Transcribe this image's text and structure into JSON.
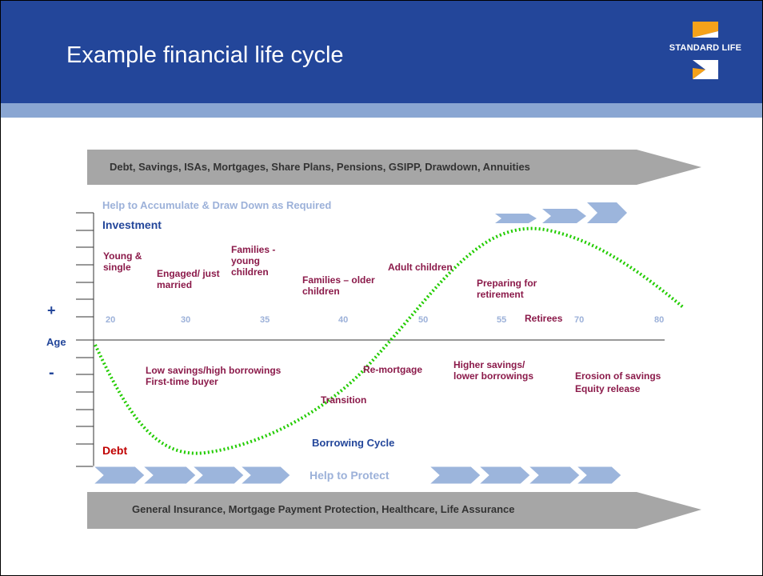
{
  "title": "Example financial life cycle",
  "logo_text": "STANDARD LIFE",
  "top_arrow_text": "Debt, Savings, ISAs, Mortgages, Share Plans, Pensions, GSIPP, Drawdown, Annuities",
  "bottom_arrow_text": "General Insurance, Mortgage Payment Protection, Healthcare, Life Assurance",
  "help_accumulate": "Help to Accumulate & Draw Down as Required",
  "help_protect": "Help to Protect",
  "investment_label": "Investment",
  "debt_label": "Debt",
  "borrowing_cycle": "Borrowing Cycle",
  "axis": {
    "plus": "+",
    "age": "Age",
    "minus": "-"
  },
  "age_ticks": [
    "20",
    "30",
    "35",
    "40",
    "50",
    "55",
    "70",
    "80"
  ],
  "upper_stages": {
    "young_single": "Young & single",
    "engaged": "Engaged/ just married",
    "families_young": "Families - young children",
    "families_older": "Families – older children",
    "adult_children": "Adult children",
    "preparing": "Preparing for retirement",
    "retirees": "Retirees"
  },
  "lower_stages": {
    "low_savings": "Low savings/high borrowings",
    "first_time": "First-time buyer",
    "transition": "Transition",
    "remortgage": "Re-mortgage",
    "higher_savings": "Higher savings/",
    "lower_borrowings": "lower borrowings",
    "erosion": "Erosion of savings",
    "equity_release": "Equity release"
  },
  "colors": {
    "header": "#23469a",
    "header_band": "#8aa6d2",
    "maroon_text": "#8b1a4a",
    "navy_text": "#23469a",
    "light_blue_text": "#9cb1d9",
    "debt_text": "#c00000",
    "curve": "#22cc00",
    "band_arrow": "#a6a6a6",
    "chevron": "#9cb5dc"
  }
}
